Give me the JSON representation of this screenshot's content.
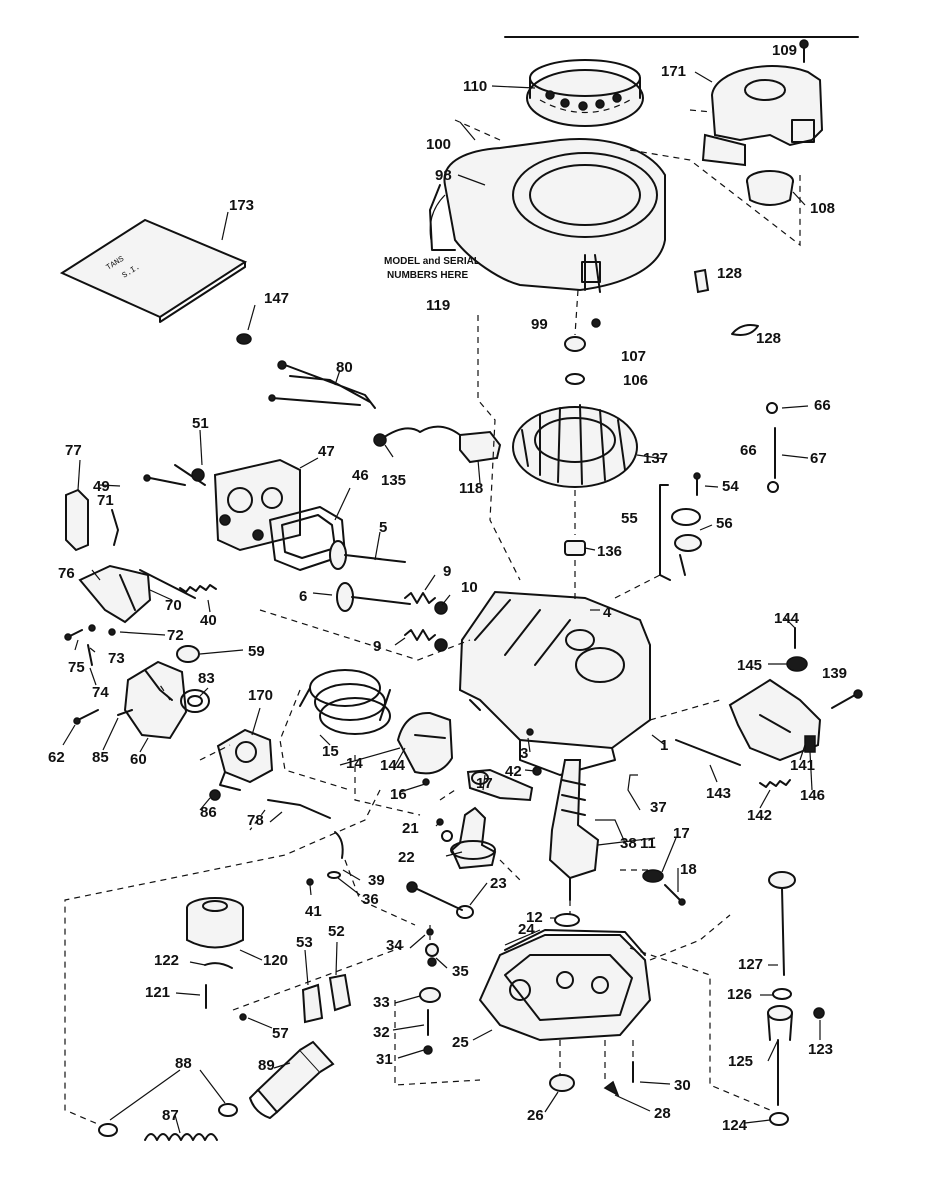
{
  "diagram": {
    "note": [
      "MODEL and SERIAL",
      "NUMBERS HERE"
    ],
    "manual_cover": [
      "TANS",
      "S.I."
    ],
    "callouts": {
      "c109": "109",
      "c110": "110",
      "c171": "171",
      "c100": "100",
      "c98": "98",
      "c108": "108",
      "c173": "173",
      "c128a": "128",
      "c147": "147",
      "c119": "119",
      "c99": "99",
      "c128b": "128",
      "c107": "107",
      "c106": "106",
      "c80": "80",
      "c51": "51",
      "c77": "77",
      "c47": "47",
      "c135": "135",
      "c118": "118",
      "c137": "137",
      "c66a": "66",
      "c66b": "66",
      "c67": "67",
      "c49": "49",
      "c71": "71",
      "c46": "46",
      "c54": "54",
      "c55": "55",
      "c56": "56",
      "c5": "5",
      "c136": "136",
      "c76": "76",
      "c70": "70",
      "c40": "40",
      "c9a": "9",
      "c10": "10",
      "c6a": "6",
      "c4": "4",
      "c9b": "9",
      "c75": "75",
      "c72": "72",
      "c73": "73",
      "c59": "59",
      "c144": "144",
      "c145": "145",
      "c139": "139",
      "c74": "74",
      "c83": "83",
      "c170": "170",
      "c62": "62",
      "c85": "85",
      "c60": "60",
      "c15": "15",
      "c14": "14",
      "c144b": "144",
      "c16": "16",
      "c17a": "17",
      "c3": "3",
      "c42": "42",
      "c1": "1",
      "c141": "141",
      "c143": "143",
      "c146": "146",
      "c142": "142",
      "c86": "86",
      "c78": "78",
      "c21": "21",
      "c37": "37",
      "c38": "38",
      "c11": "11",
      "c17b": "17",
      "c22": "22",
      "c39": "39",
      "c18": "18",
      "c36": "36",
      "c41": "41",
      "c23": "23",
      "c12": "12",
      "c24": "24",
      "c122": "122",
      "c120": "120",
      "c53": "53",
      "c52": "52",
      "c34": "34",
      "c35": "35",
      "c127": "127",
      "c121": "121",
      "c126": "126",
      "c33": "33",
      "c57": "57",
      "c32": "32",
      "c25": "25",
      "c125": "125",
      "c123": "123",
      "c31": "31",
      "c88": "88",
      "c89": "89",
      "c30": "30",
      "c28": "28",
      "c26": "26",
      "c124": "124",
      "c87": "87"
    }
  }
}
